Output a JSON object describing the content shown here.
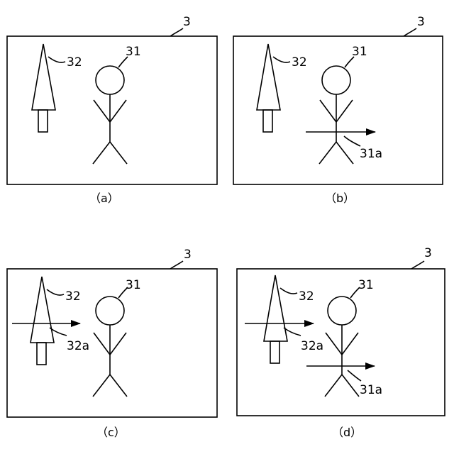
{
  "panels": [
    {
      "id": "a",
      "caption": "（a）",
      "screen_label": "3",
      "person_label": "31",
      "tree_label": "32",
      "person_arrow_label": "",
      "tree_arrow_label": ""
    },
    {
      "id": "b",
      "caption": "（b）",
      "screen_label": "3",
      "person_label": "31",
      "tree_label": "32",
      "person_arrow_label": "31a",
      "tree_arrow_label": ""
    },
    {
      "id": "c",
      "caption": "（c）",
      "screen_label": "3",
      "person_label": "31",
      "tree_label": "32",
      "person_arrow_label": "",
      "tree_arrow_label": "32a"
    },
    {
      "id": "d",
      "caption": "（d）",
      "screen_label": "3",
      "person_label": "31",
      "tree_label": "32",
      "person_arrow_label": "31a",
      "tree_arrow_label": "32a"
    }
  ],
  "colors": {
    "stroke": "#000000",
    "background": "#ffffff"
  }
}
